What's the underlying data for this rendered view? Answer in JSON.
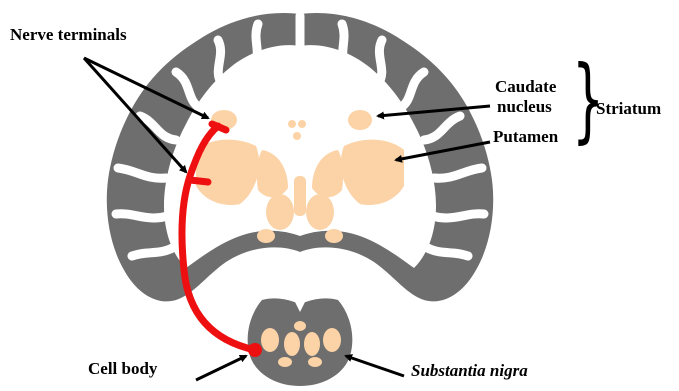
{
  "labels": {
    "nerve_terminals": "Nerve terminals",
    "caudate_line1": "Caudate",
    "caudate_line2": "nucleus",
    "putamen": "Putamen",
    "striatum": "Striatum",
    "cell_body": "Cell body",
    "substantia_nigra": "Substantia nigra"
  },
  "colors": {
    "brain_gray": "#6e6e6e",
    "nuclei_peach": "#fcd3a6",
    "pathway_red": "#ee1010",
    "arrow_black": "#000000"
  }
}
